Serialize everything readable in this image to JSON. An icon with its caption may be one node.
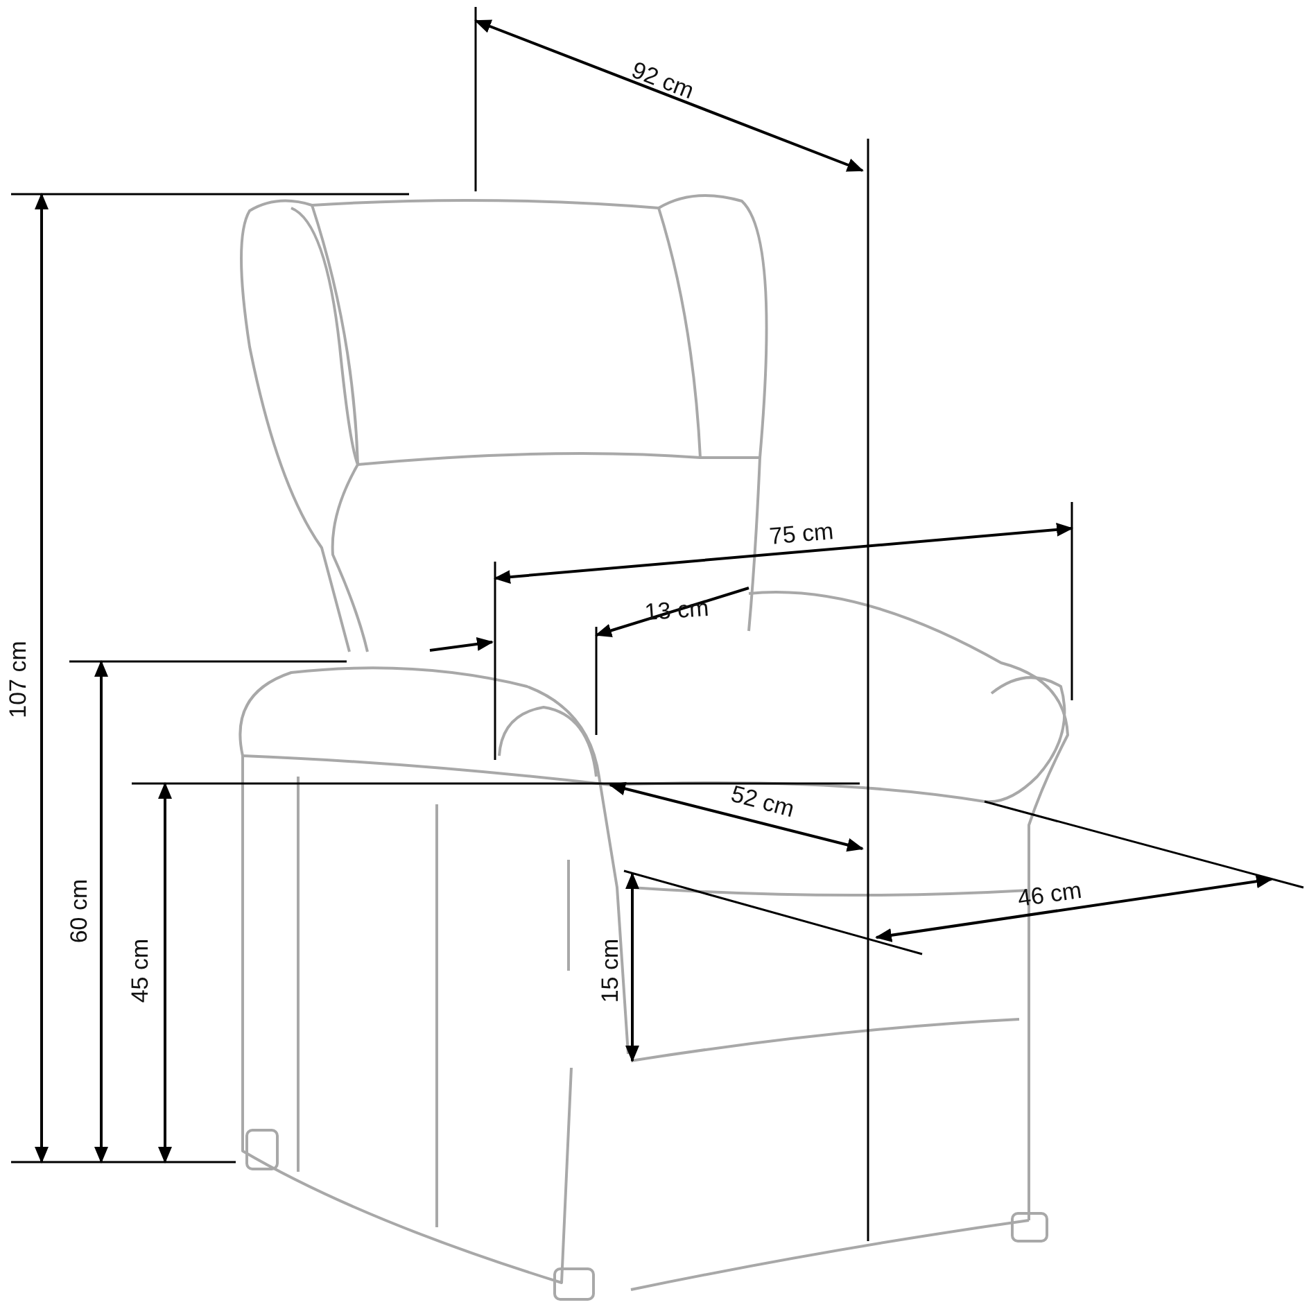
{
  "diagram": {
    "labels": [
      "92 cm",
      "75 cm",
      "13 cm",
      "107 cm",
      "52 cm",
      "46 cm",
      "60 cm",
      "45 cm",
      "15 cm"
    ]
  }
}
